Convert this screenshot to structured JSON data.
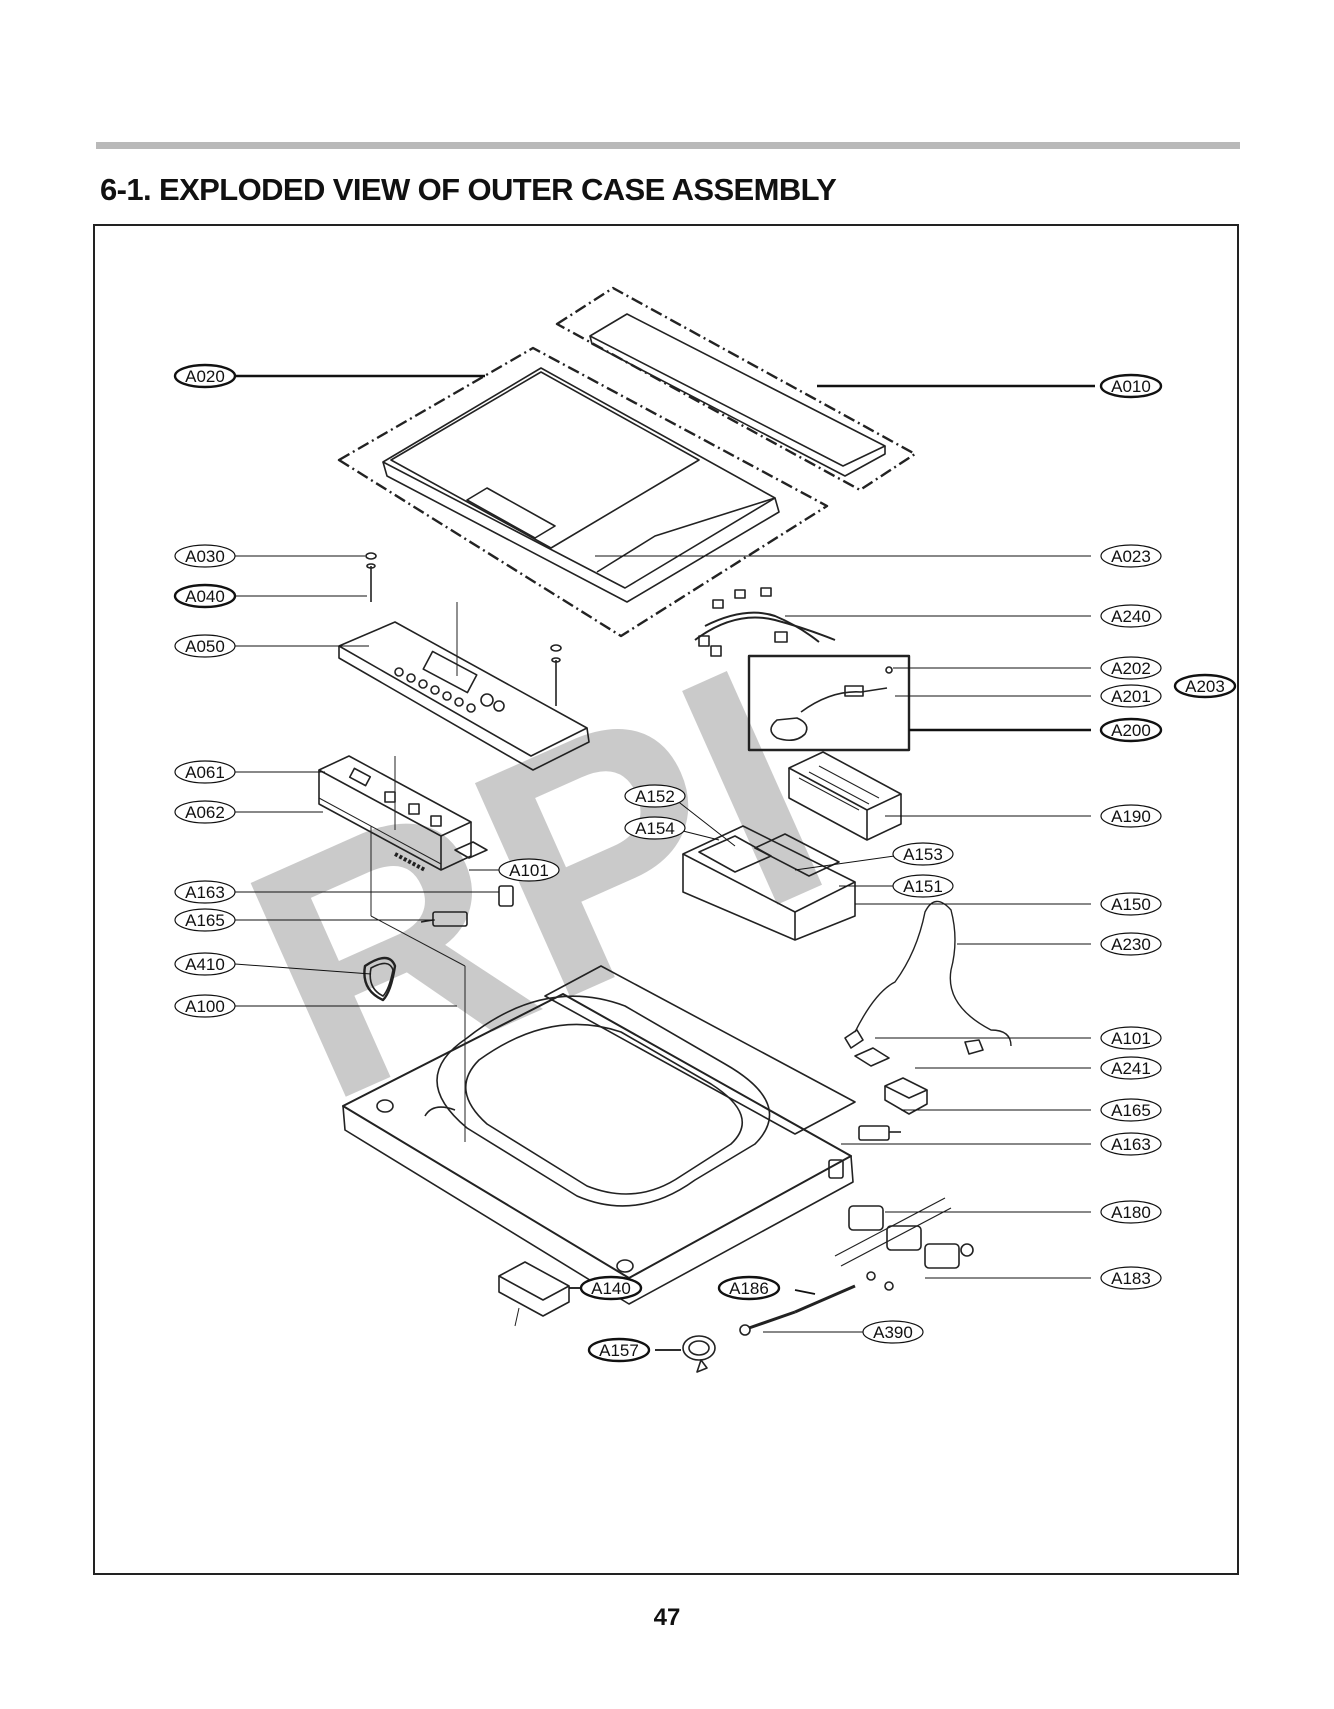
{
  "page": {
    "title": "6-1. EXPLODED VIEW OF OUTER CASE ASSEMBLY",
    "page_number": "47",
    "watermark": "RPI"
  },
  "callouts": [
    {
      "id": "A020",
      "label": "A020",
      "bold": true
    },
    {
      "id": "A010",
      "label": "A010",
      "bold": true
    },
    {
      "id": "A030",
      "label": "A030",
      "bold": false
    },
    {
      "id": "A040",
      "label": "A040",
      "bold": true
    },
    {
      "id": "A050",
      "label": "A050",
      "bold": false
    },
    {
      "id": "A023",
      "label": "A023",
      "bold": false
    },
    {
      "id": "A240",
      "label": "A240",
      "bold": false
    },
    {
      "id": "A202",
      "label": "A202",
      "bold": false
    },
    {
      "id": "A201",
      "label": "A201",
      "bold": false
    },
    {
      "id": "A203",
      "label": "A203",
      "bold": true
    },
    {
      "id": "A200",
      "label": "A200",
      "bold": true
    },
    {
      "id": "A061",
      "label": "A061",
      "bold": false
    },
    {
      "id": "A062",
      "label": "A062",
      "bold": false
    },
    {
      "id": "A152",
      "label": "A152",
      "bold": false
    },
    {
      "id": "A154",
      "label": "A154",
      "bold": false
    },
    {
      "id": "A190",
      "label": "A190",
      "bold": false
    },
    {
      "id": "A153",
      "label": "A153",
      "bold": false
    },
    {
      "id": "A151",
      "label": "A151",
      "bold": false
    },
    {
      "id": "A101a",
      "label": "A101",
      "bold": false
    },
    {
      "id": "A163a",
      "label": "A163",
      "bold": false
    },
    {
      "id": "A165a",
      "label": "A165",
      "bold": false
    },
    {
      "id": "A150",
      "label": "A150",
      "bold": false
    },
    {
      "id": "A230",
      "label": "A230",
      "bold": false
    },
    {
      "id": "A410",
      "label": "A410",
      "bold": false
    },
    {
      "id": "A100",
      "label": "A100",
      "bold": false
    },
    {
      "id": "A101b",
      "label": "A101",
      "bold": false
    },
    {
      "id": "A241",
      "label": "A241",
      "bold": false
    },
    {
      "id": "A165b",
      "label": "A165",
      "bold": false
    },
    {
      "id": "A163b",
      "label": "A163",
      "bold": false
    },
    {
      "id": "A180",
      "label": "A180",
      "bold": false
    },
    {
      "id": "A183",
      "label": "A183",
      "bold": false
    },
    {
      "id": "A140",
      "label": "A140",
      "bold": true
    },
    {
      "id": "A186",
      "label": "A186",
      "bold": true
    },
    {
      "id": "A390",
      "label": "A390",
      "bold": false
    },
    {
      "id": "A157",
      "label": "A157",
      "bold": true
    }
  ]
}
